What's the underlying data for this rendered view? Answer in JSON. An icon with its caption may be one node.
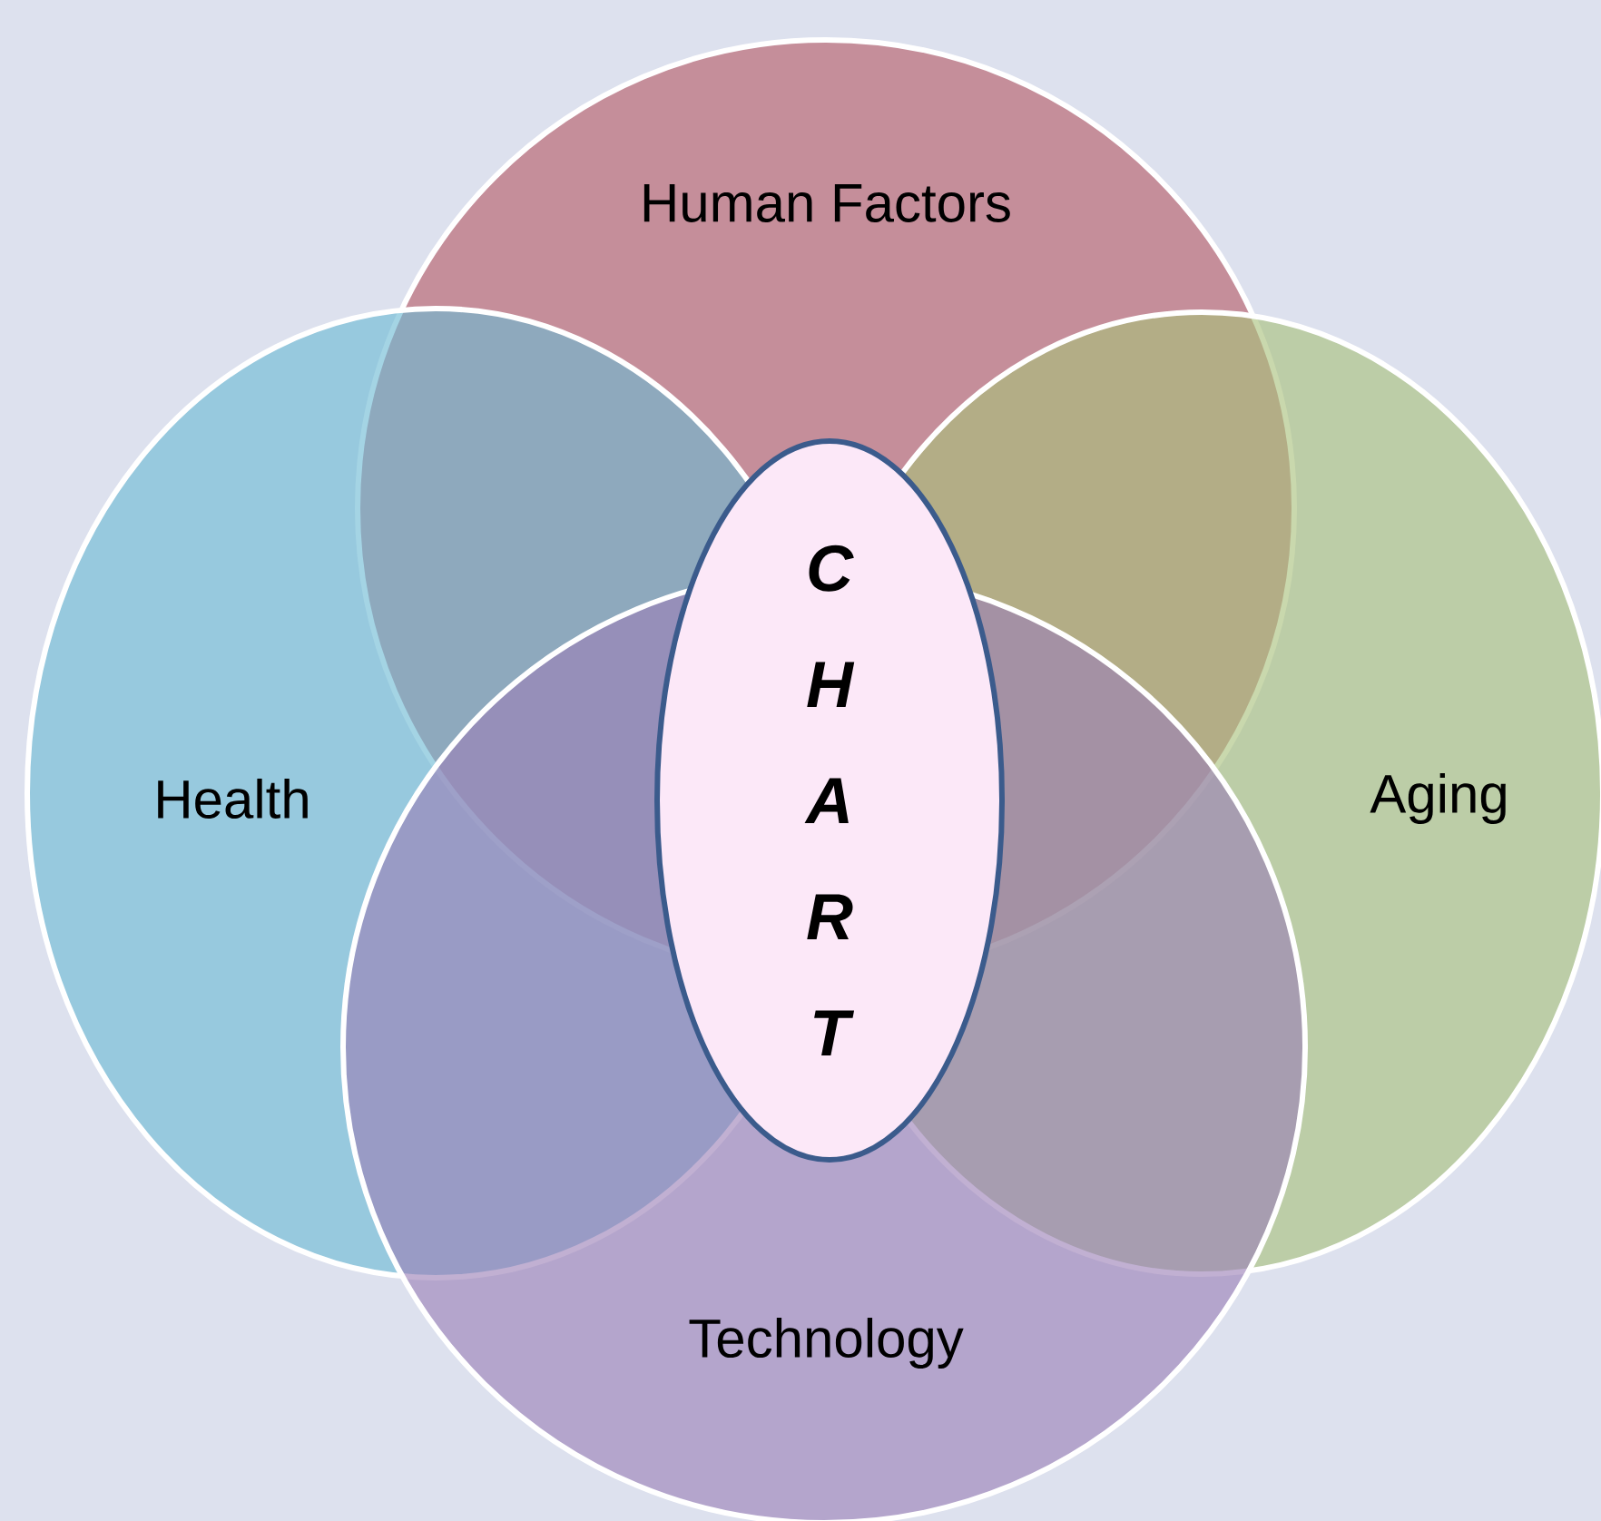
{
  "diagram": {
    "nodes": [
      {
        "text": [
          "Human Factors"
        ]
      },
      {
        "text": [
          "Health"
        ]
      },
      {
        "text": [
          "Aging"
        ]
      },
      {
        "text": [
          "Technology"
        ]
      },
      {
        "text": [
          "C H A R T"
        ]
      }
    ]
  }
}
